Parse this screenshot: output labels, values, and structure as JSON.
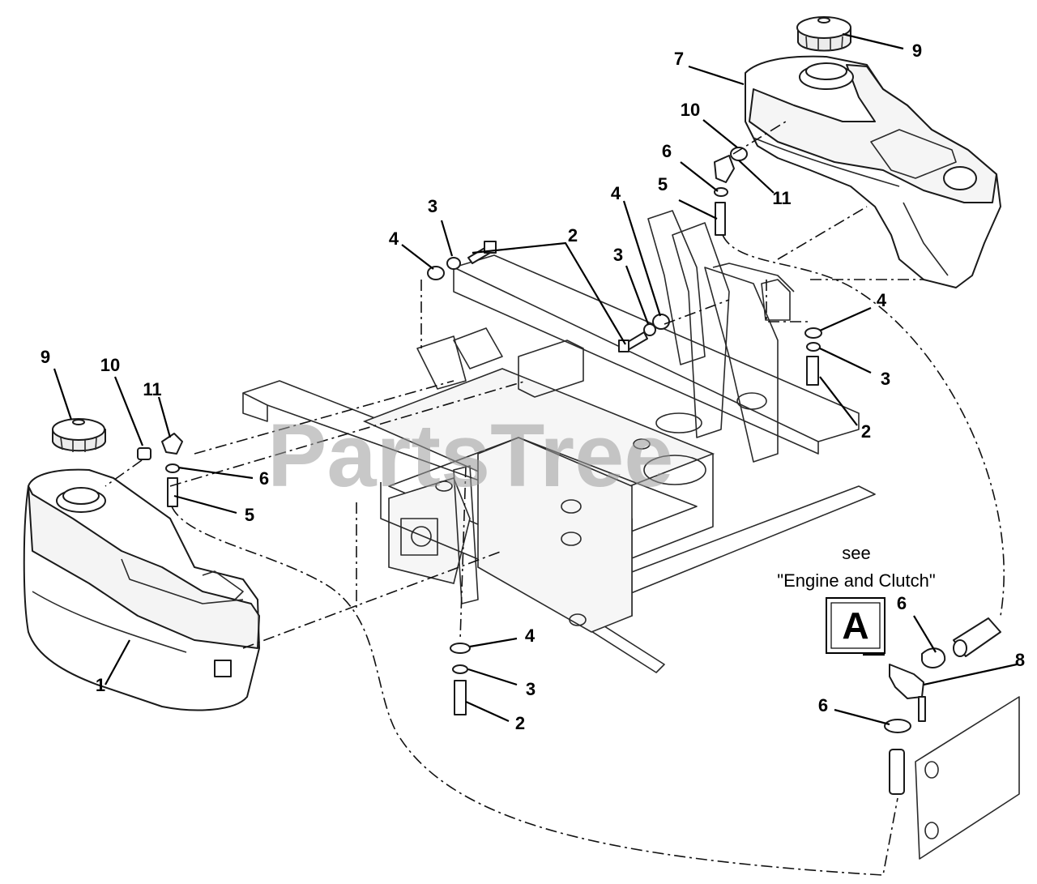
{
  "watermark": "PartsTree",
  "reference_note": {
    "line1": "see",
    "line2": "\"Engine and Clutch\"",
    "box_letter": "A"
  },
  "callouts": [
    "1",
    "2",
    "3",
    "4",
    "5",
    "6",
    "7",
    "8",
    "9",
    "10",
    "11"
  ]
}
